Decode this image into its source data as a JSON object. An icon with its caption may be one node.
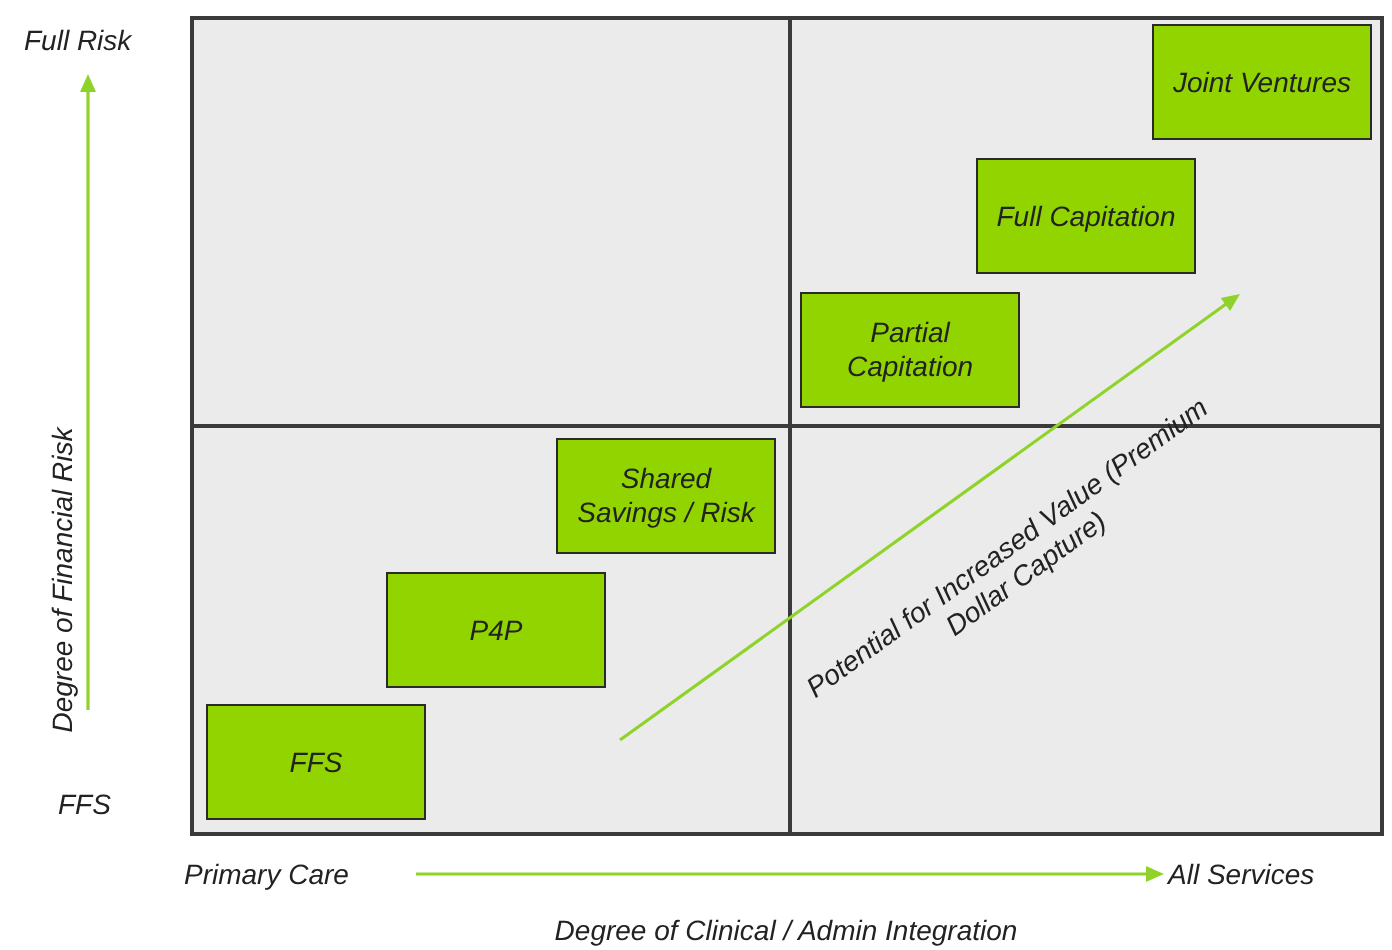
{
  "diagram": {
    "nodes": [
      {
        "text": [
          "FFS"
        ]
      },
      {
        "text": [
          "P4P"
        ]
      },
      {
        "text": [
          "Shared Savings / Risk"
        ]
      },
      {
        "text": [
          "Partial Capitation"
        ]
      },
      {
        "text": [
          "Full Capitation"
        ]
      },
      {
        "text": [
          "Joint Ventures"
        ]
      }
    ],
    "labels": [
      "Full Risk",
      "Degree of Financial Risk",
      "FFS",
      "Primary Care",
      "All Services",
      "Degree of Clinical / Admin Integration",
      "Potential for Increased Value (Premium Dollar Capture)"
    ]
  }
}
